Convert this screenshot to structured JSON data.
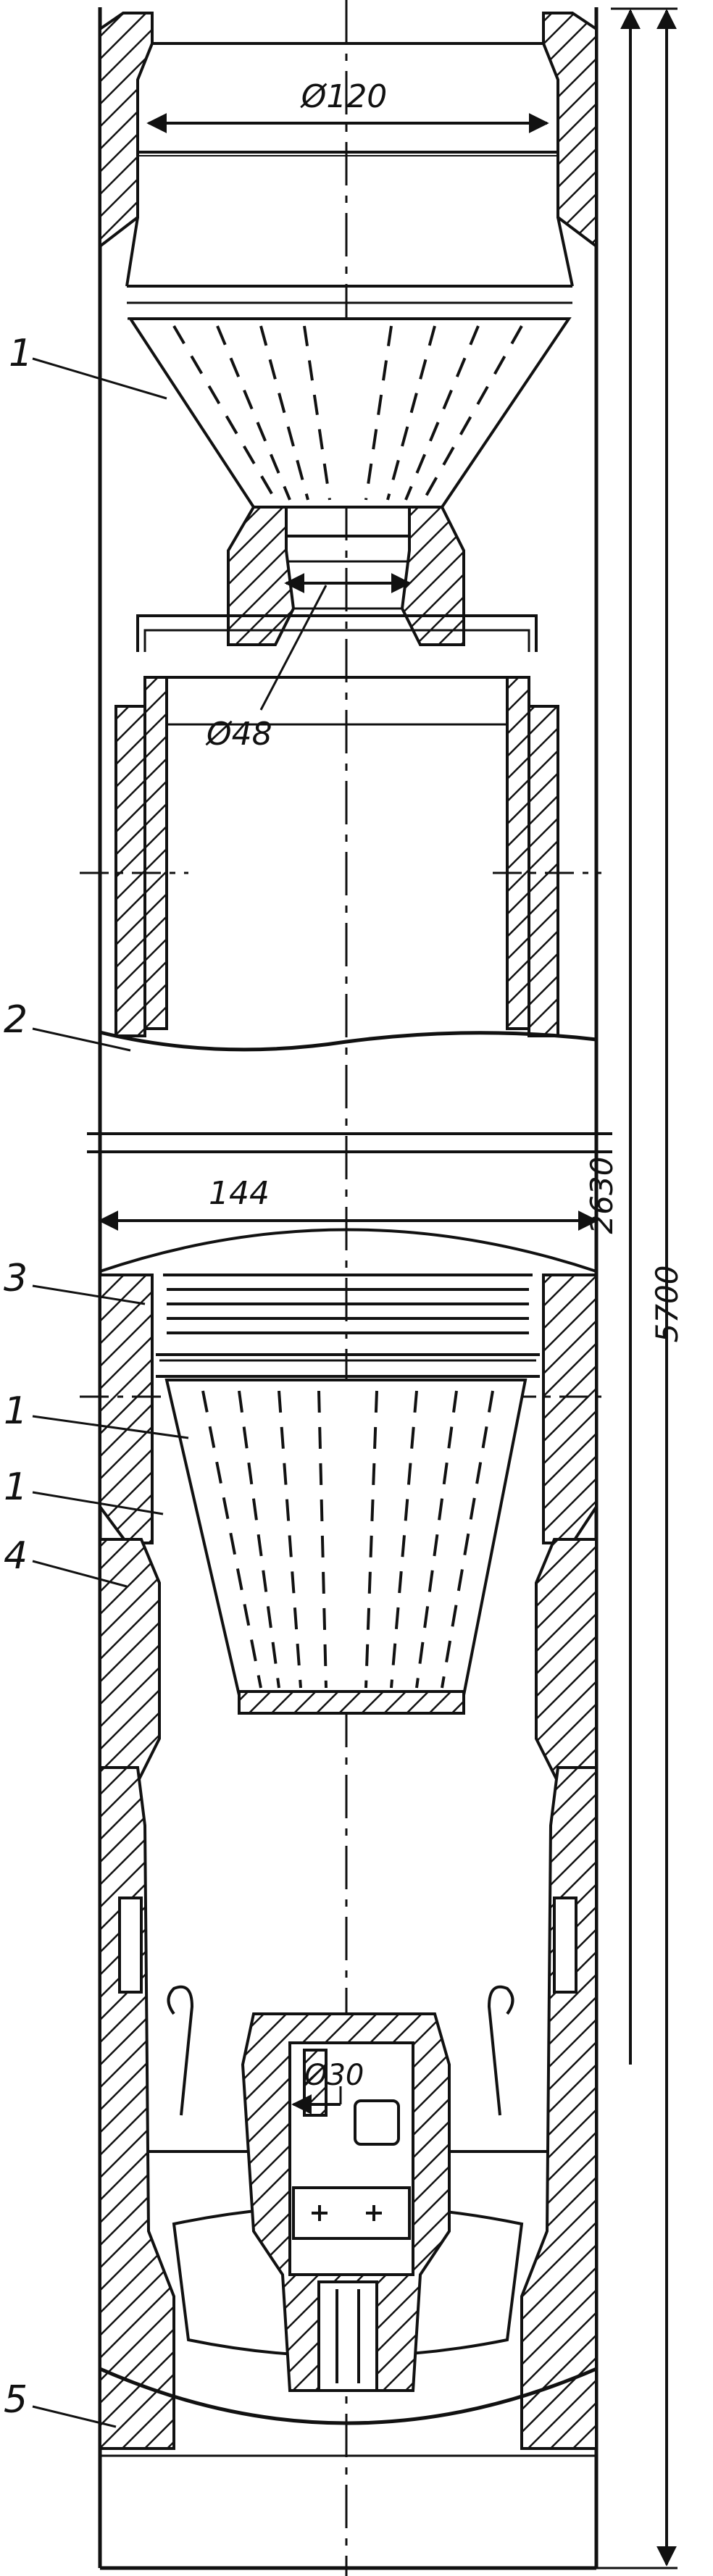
{
  "figure": {
    "parts": [
      {
        "id": "1a",
        "label": "1"
      },
      {
        "id": "2",
        "label": "2"
      },
      {
        "id": "3",
        "label": "3"
      },
      {
        "id": "1b",
        "label": "1"
      },
      {
        "id": "1c",
        "label": "1"
      },
      {
        "id": "4",
        "label": "4"
      },
      {
        "id": "5",
        "label": "5"
      }
    ],
    "dimensions": {
      "d_bore_top": "Ø120",
      "d_throat": "Ø48",
      "width": "144",
      "length_upper": "2630",
      "length_total": "5700",
      "d_bottom": "Ø30"
    }
  }
}
